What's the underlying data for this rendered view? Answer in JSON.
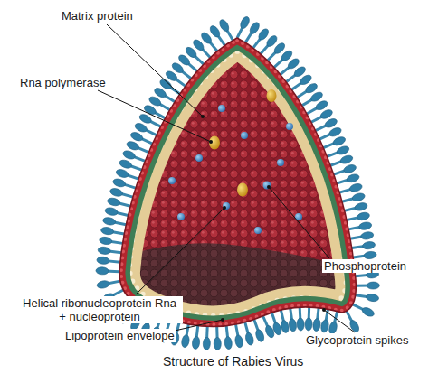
{
  "diagram": {
    "caption": "Structure of Rabies Virus",
    "labels": [
      "Matrix protein",
      "Rna polymerase",
      "Phosphoprotein",
      "Helical ribonucleoprotein Rna + nucleoprotein",
      "Lipoprotein envelope",
      "Glycoprotein spikes"
    ]
  }
}
